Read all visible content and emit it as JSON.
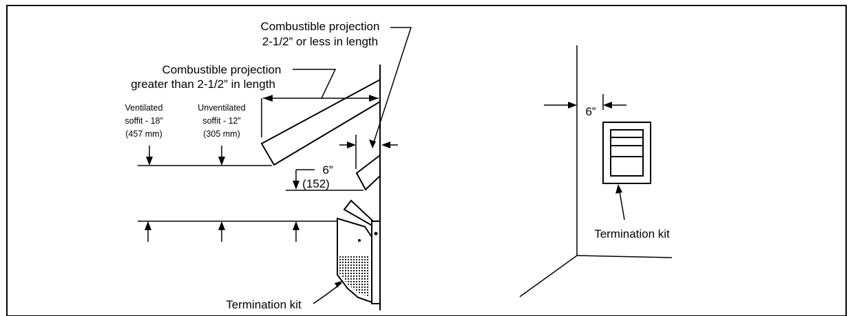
{
  "left_view": {
    "callout_short": {
      "line1": "Combustible projection",
      "line2": "2-1/2” or less in length"
    },
    "callout_long": {
      "line1": "Combustible projection",
      "line2": "greater than 2-1/2” in length"
    },
    "ventilated": {
      "line1": "Ventilated",
      "line2": "soffit - 18”",
      "line3": "(457 mm)"
    },
    "unventilated": {
      "line1": "Unventilated",
      "line2": "soffit - 12”",
      "line3": "(305 mm)"
    },
    "clearance": {
      "inches": "6”",
      "mm": "(152)"
    },
    "termination_label": "Termination kit"
  },
  "right_view": {
    "clearance": "6”",
    "termination_label": "Termination kit"
  },
  "colors": {
    "stroke": "#000000",
    "background": "#ffffff"
  }
}
